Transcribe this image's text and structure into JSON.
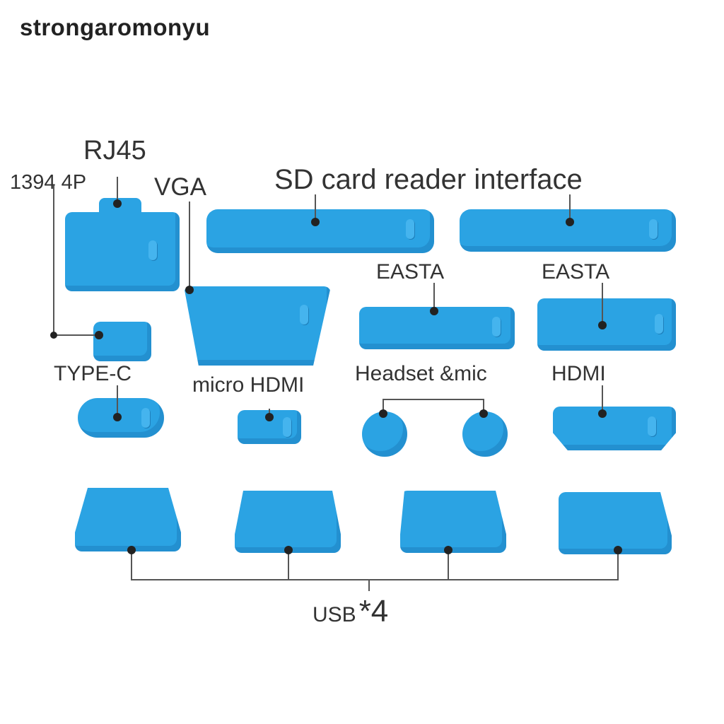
{
  "watermark": "strongaromonyu",
  "labels": {
    "rj45": "RJ45",
    "p1394": "1394 4P",
    "vga": "VGA",
    "sd": "SD card reader interface",
    "easta1": "EASTA",
    "easta2": "EASTA",
    "typec": "TYPE-C",
    "microhdmi": "micro HDMI",
    "headset": "Headset &mic",
    "hdmi": "HDMI",
    "usb": "USB",
    "usb_count": "*4"
  },
  "colors": {
    "plug": "#2ba3e3",
    "line": "#555555"
  }
}
